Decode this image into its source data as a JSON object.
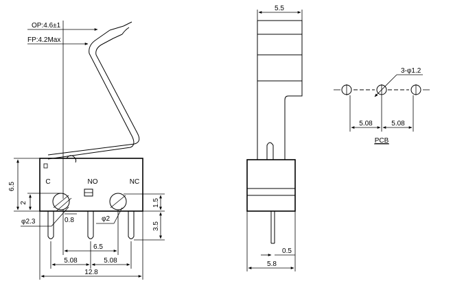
{
  "front_view": {
    "op_label": "OP:4.6±1",
    "fp_label": "FP:4.2Max",
    "terminal_c": "C",
    "terminal_no": "NO",
    "terminal_nc": "NC",
    "dim_height": "6.5",
    "dim_hole_offset": "2",
    "dim_hole_dia": "φ2.3",
    "dim_gap": "0.8",
    "dim_hole2_dia": "φ2",
    "dim_right_top": "1.5",
    "dim_right_pin": "3.5",
    "dim_hole_span": "6.5",
    "dim_pitch_left": "5.08",
    "dim_pitch_right": "5.08",
    "dim_width": "12.8"
  },
  "side_view": {
    "dim_top_width": "5.5",
    "dim_pin_width": "0.5",
    "dim_body_width": "5.8"
  },
  "pcb_view": {
    "dim_hole_dia": "3-φ1.2",
    "dim_pitch_left": "5.08",
    "dim_pitch_right": "5.08",
    "label": "PCB"
  }
}
